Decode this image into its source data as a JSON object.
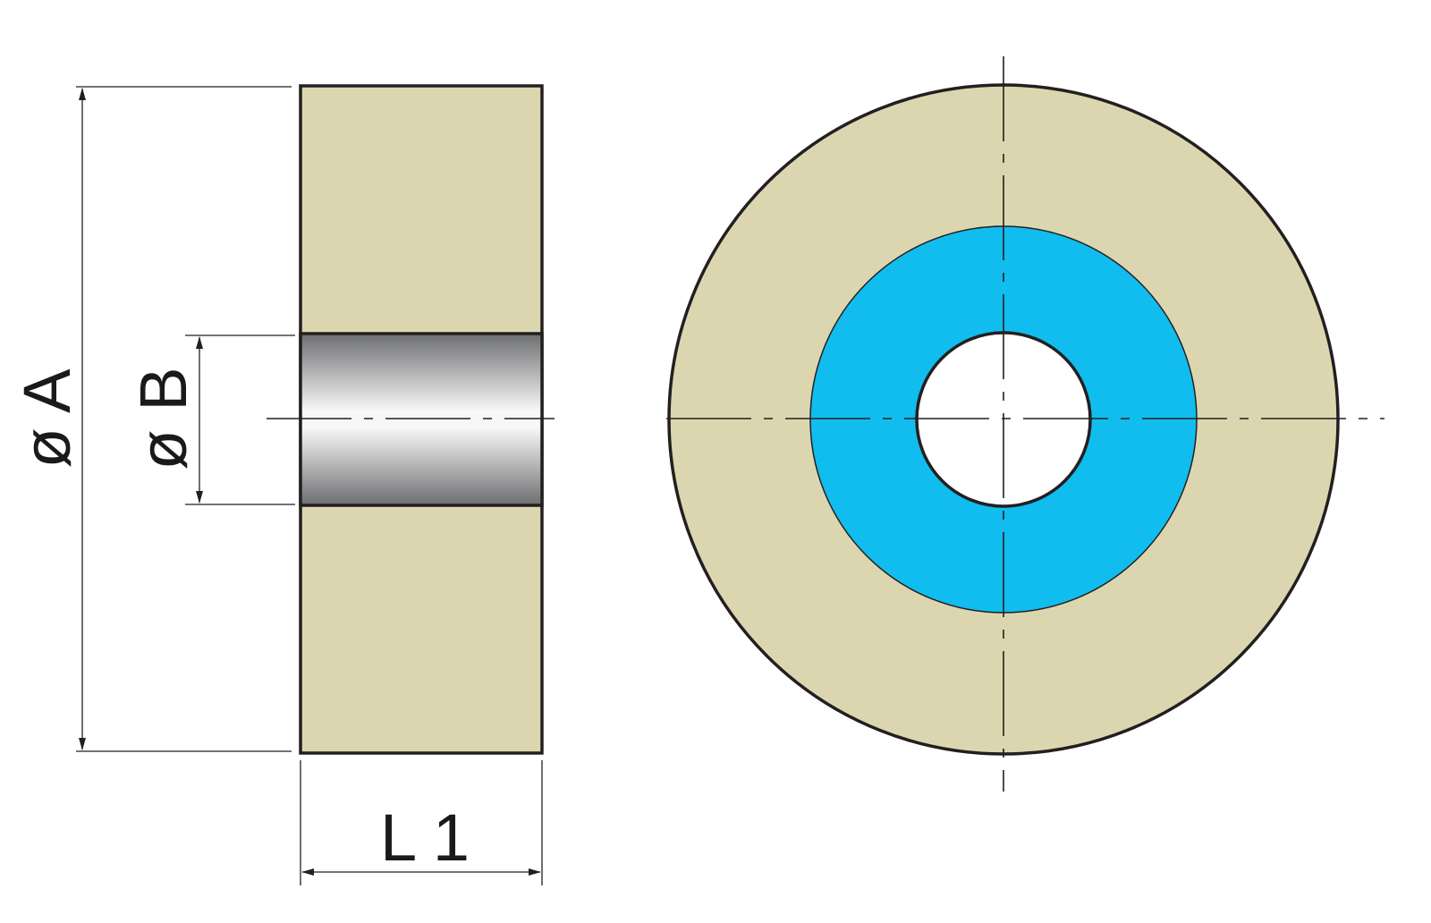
{
  "labels": {
    "dia_a": "ø A",
    "dia_b": "ø B",
    "length": "L 1"
  },
  "colors": {
    "body": "#dcd6b0",
    "ring": "#10bdee",
    "outline": "#231f20"
  }
}
